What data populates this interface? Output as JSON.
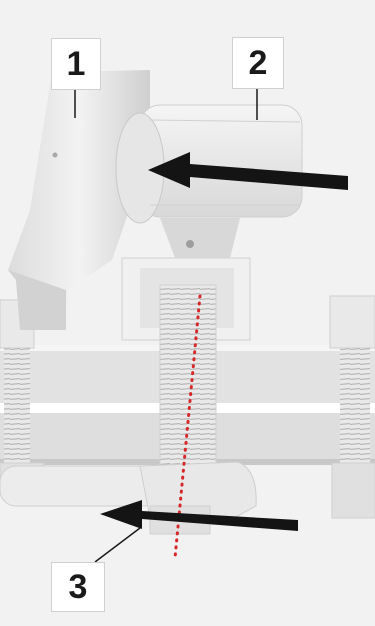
{
  "callouts": [
    {
      "id": "1",
      "label": "1"
    },
    {
      "id": "2",
      "label": "2"
    },
    {
      "id": "3",
      "label": "3"
    }
  ],
  "colors": {
    "background": "#f2f2f2",
    "metal": "#e6e6e6",
    "metal_shadow": "#c9c9c9",
    "arrow": "#141414",
    "centerline": "#d62828",
    "label_text": "#1a1a1a"
  }
}
